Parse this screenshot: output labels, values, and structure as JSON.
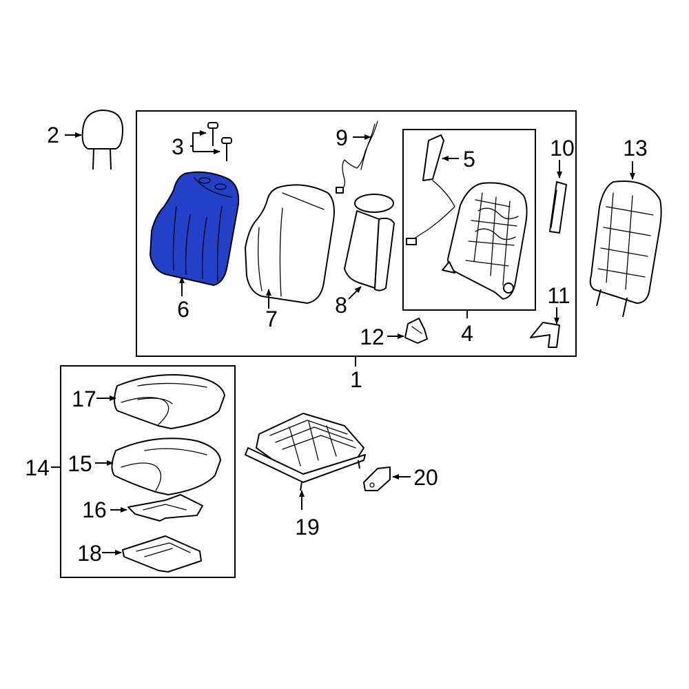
{
  "colors": {
    "highlight": "#2340c8",
    "line": "#000000",
    "background": "#ffffff"
  },
  "callouts": {
    "c1": "1",
    "c2": "2",
    "c3": "3",
    "c4": "4",
    "c5": "5",
    "c6": "6",
    "c7": "7",
    "c8": "8",
    "c9": "9",
    "c10": "10",
    "c11": "11",
    "c12": "12",
    "c13": "13",
    "c14": "14",
    "c15": "15",
    "c16": "16",
    "c17": "17",
    "c18": "18",
    "c19": "19",
    "c20": "20"
  },
  "highlighted_part": "6"
}
